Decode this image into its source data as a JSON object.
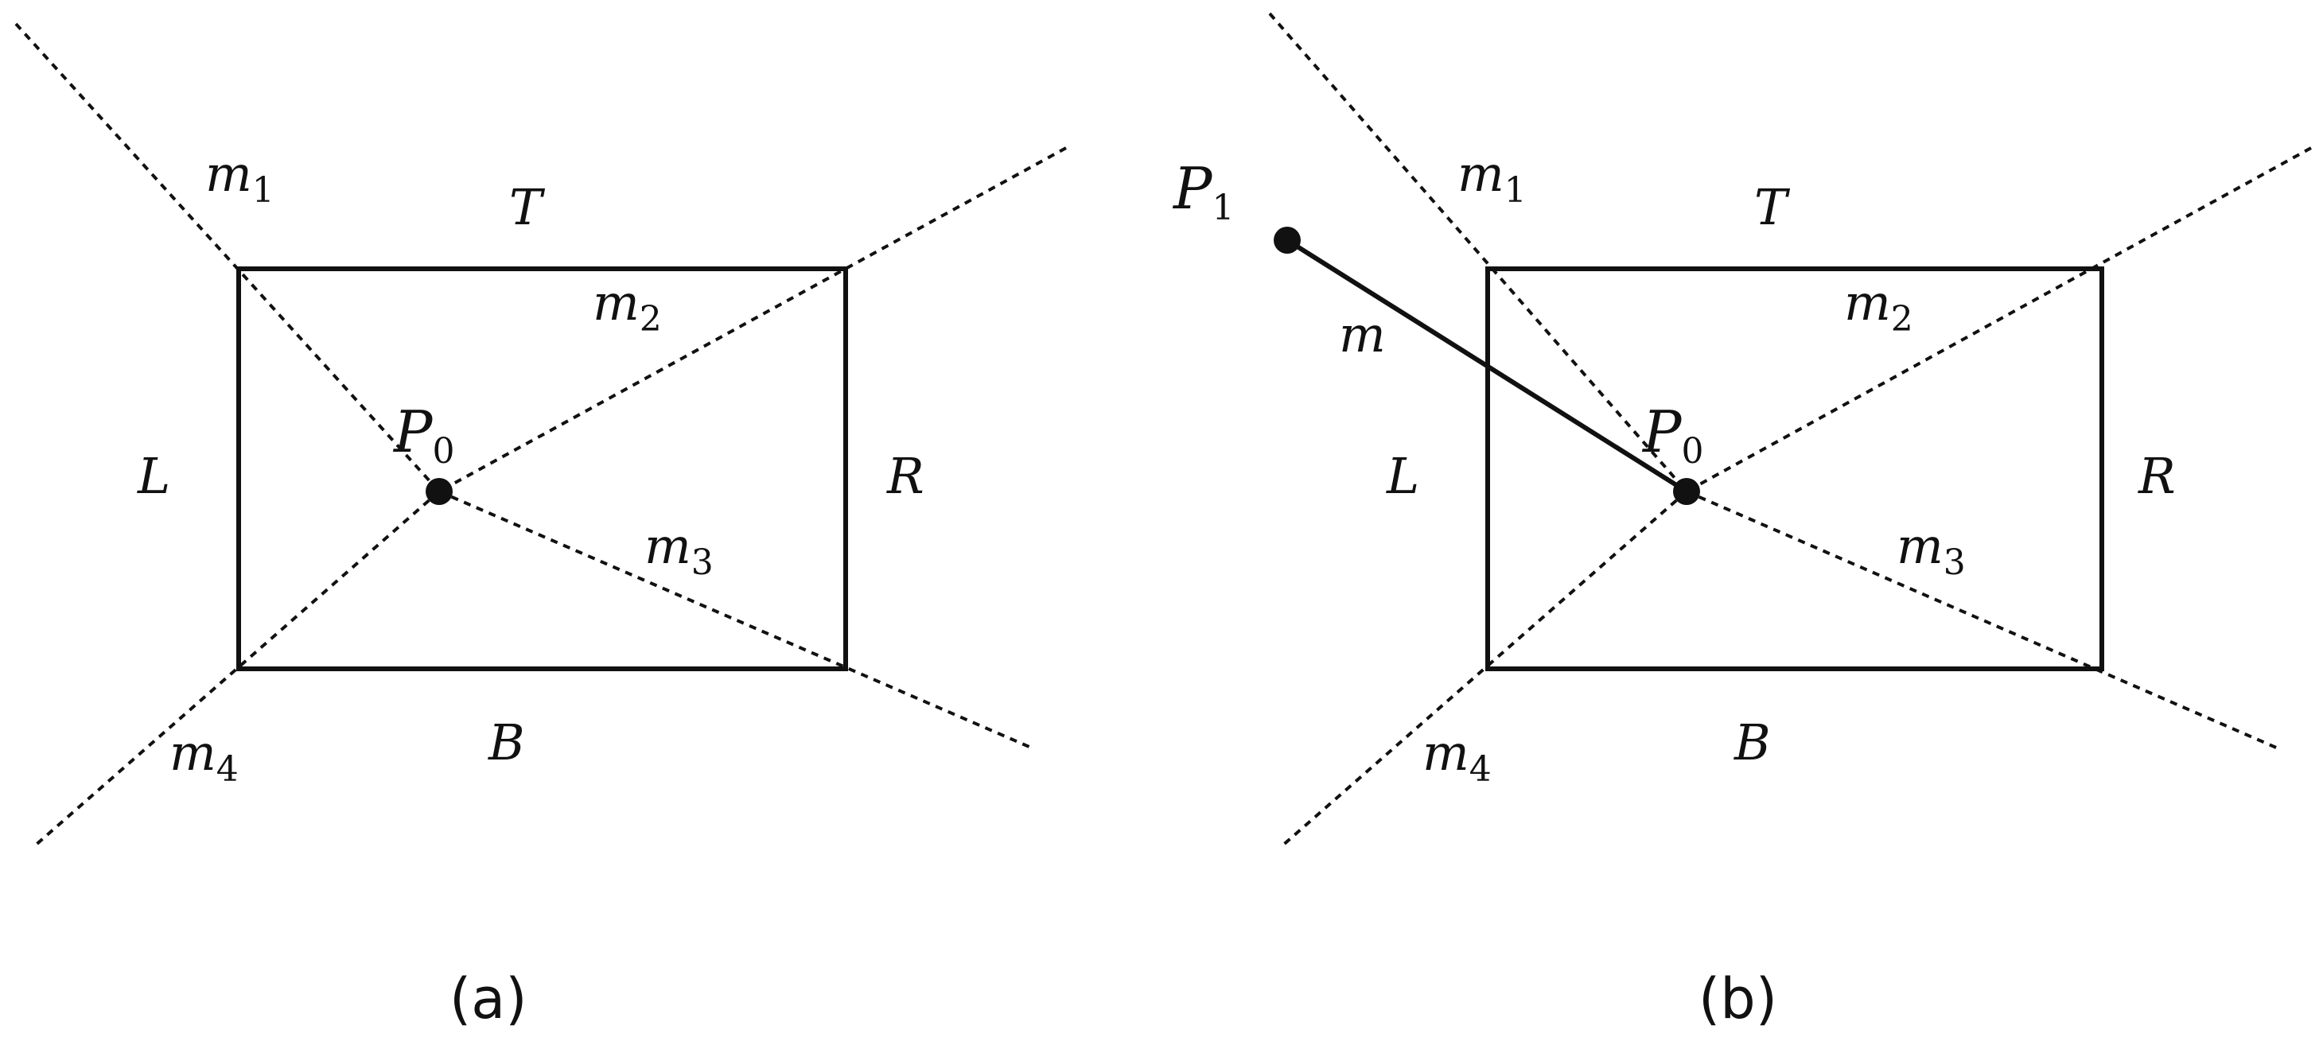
{
  "panels": [
    {
      "caption": "(a)",
      "labels": {
        "T": "T",
        "B": "B",
        "L": "L",
        "R": "R"
      },
      "center_point": {
        "letter": "P",
        "sub": "0"
      },
      "lines": [
        {
          "letter": "m",
          "sub": "1"
        },
        {
          "letter": "m",
          "sub": "2"
        },
        {
          "letter": "m",
          "sub": "3"
        },
        {
          "letter": "m",
          "sub": "4"
        }
      ]
    },
    {
      "caption": "(b)",
      "labels": {
        "T": "T",
        "B": "B",
        "L": "L",
        "R": "R"
      },
      "center_point": {
        "letter": "P",
        "sub": "0"
      },
      "outer_point": {
        "letter": "P",
        "sub": "1"
      },
      "segment_label": "m",
      "lines": [
        {
          "letter": "m",
          "sub": "1"
        },
        {
          "letter": "m",
          "sub": "2"
        },
        {
          "letter": "m",
          "sub": "3"
        },
        {
          "letter": "m",
          "sub": "4"
        }
      ]
    }
  ]
}
